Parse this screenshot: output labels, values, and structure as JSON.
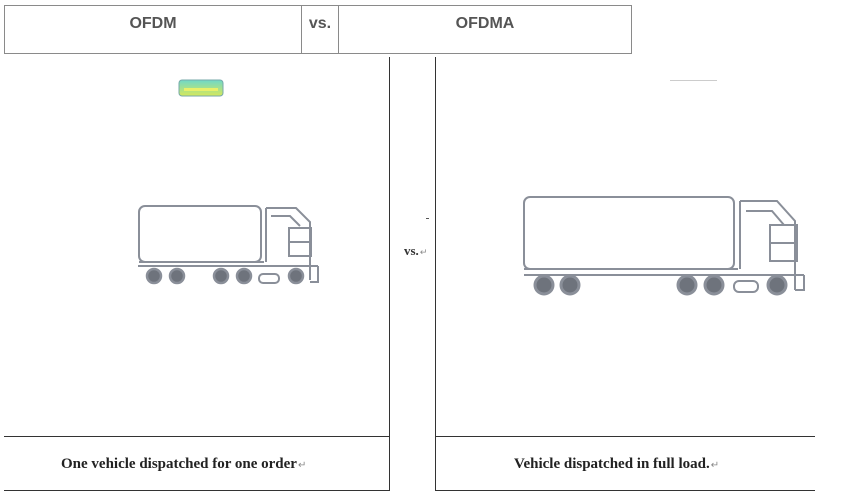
{
  "header": {
    "left": "OFDM",
    "middle": "vs.",
    "right": "OFDMA"
  },
  "middle_label": "vs.",
  "left_panel": {
    "caption": "One vehicle dispatched for one order"
  },
  "right_panel": {
    "caption": "Vehicle dispatched in full load."
  },
  "paragraph_mark": "↵",
  "icons": {
    "left_truck": "truck-icon",
    "right_truck": "truck-icon",
    "top_fragment": "image-fragment"
  },
  "colors": {
    "truck_outline": "#8a8f99",
    "wheel": "#6e737c",
    "fragment_top": "#6fd8c8",
    "fragment_bottom": "#d6e85a"
  }
}
